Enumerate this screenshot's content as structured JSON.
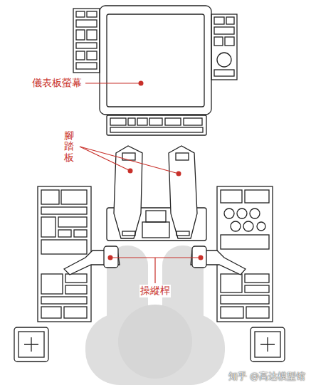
{
  "diagram": {
    "labels": [
      "儀表板螢幕",
      "腳踏板",
      "操縱桿",
      "知乎 @高达模型馆"
    ]
  }
}
